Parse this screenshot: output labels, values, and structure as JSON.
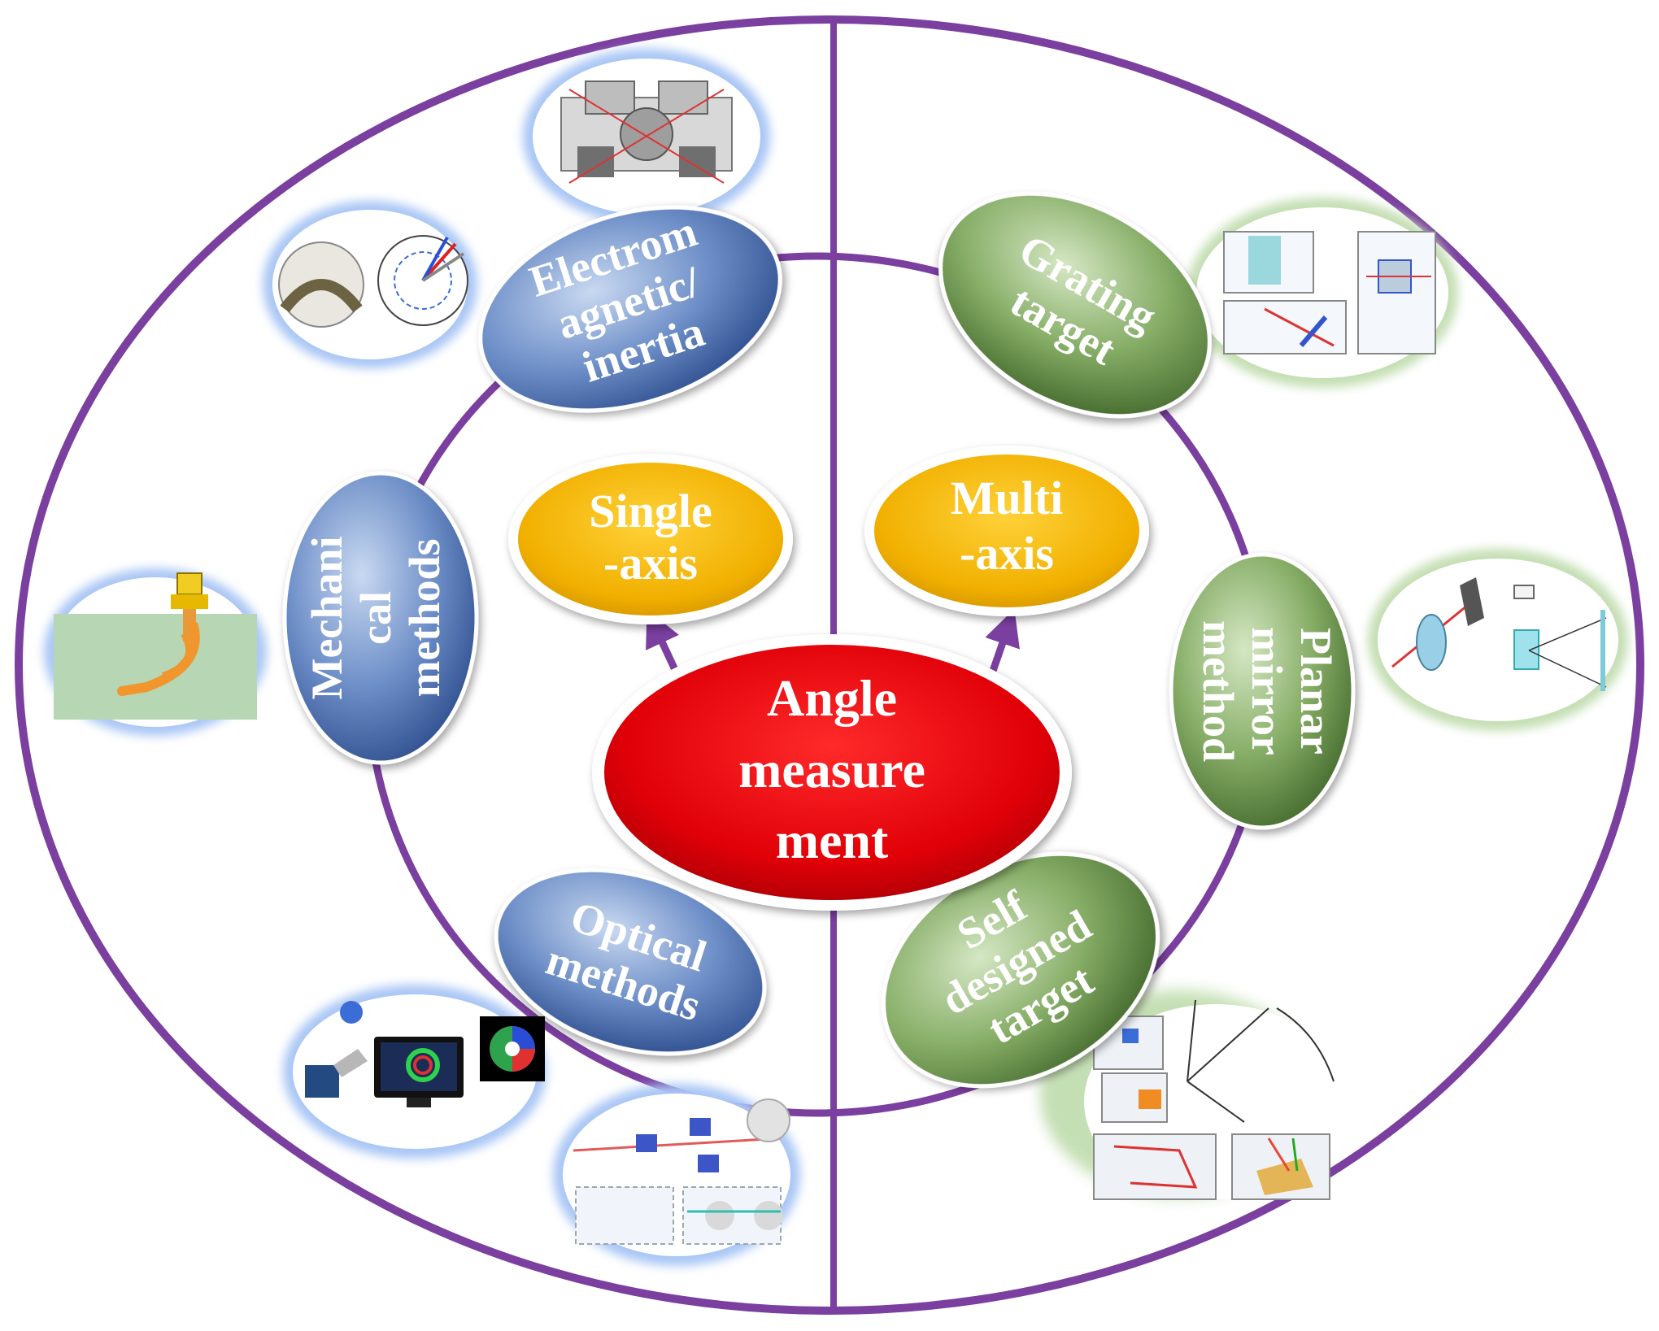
{
  "center": {
    "lines": [
      "Angle",
      "measure",
      "ment"
    ],
    "color": "#e8000a"
  },
  "axes": {
    "single": {
      "lines": [
        "Single",
        "-axis"
      ]
    },
    "multi": {
      "lines": [
        "Multi",
        "-axis"
      ]
    },
    "color": "#f3b400"
  },
  "categories": {
    "electromagnetic": {
      "lines": [
        "Electrom",
        "agnetic/",
        "inertia"
      ],
      "color": "#4f74b3"
    },
    "mechanical": {
      "lines": [
        "Mechani",
        "cal",
        "methods"
      ],
      "color": "#4f74b3"
    },
    "optical": {
      "lines": [
        "Optical",
        "methods"
      ],
      "color": "#4f74b3"
    },
    "grating": {
      "lines": [
        "Grating",
        "target"
      ],
      "color": "#6d9a4e"
    },
    "planar": {
      "lines": [
        "Planar",
        "mirror",
        "method"
      ],
      "color": "#6d9a4e"
    },
    "self_designed": {
      "lines": [
        "Self",
        "designed",
        "target"
      ],
      "color": "#6d9a4e"
    }
  },
  "thumbnails": [
    {
      "name": "electromagnetic-setup-thumbnail",
      "group": "blue"
    },
    {
      "name": "inertia-sensor-thumbnail",
      "group": "blue"
    },
    {
      "name": "mechanical-probe-thumbnail",
      "group": "blue"
    },
    {
      "name": "optical-camera-thumbnail",
      "group": "blue"
    },
    {
      "name": "optical-interferometer-thumbnail",
      "group": "blue"
    },
    {
      "name": "grating-target-thumbnail",
      "group": "green"
    },
    {
      "name": "planar-mirror-thumbnail",
      "group": "green"
    },
    {
      "name": "self-designed-target-thumbnail",
      "group": "green"
    }
  ],
  "colors": {
    "ring": "#7b3fa0",
    "text": "#ffffff",
    "arrow": "#7b3fa0"
  }
}
